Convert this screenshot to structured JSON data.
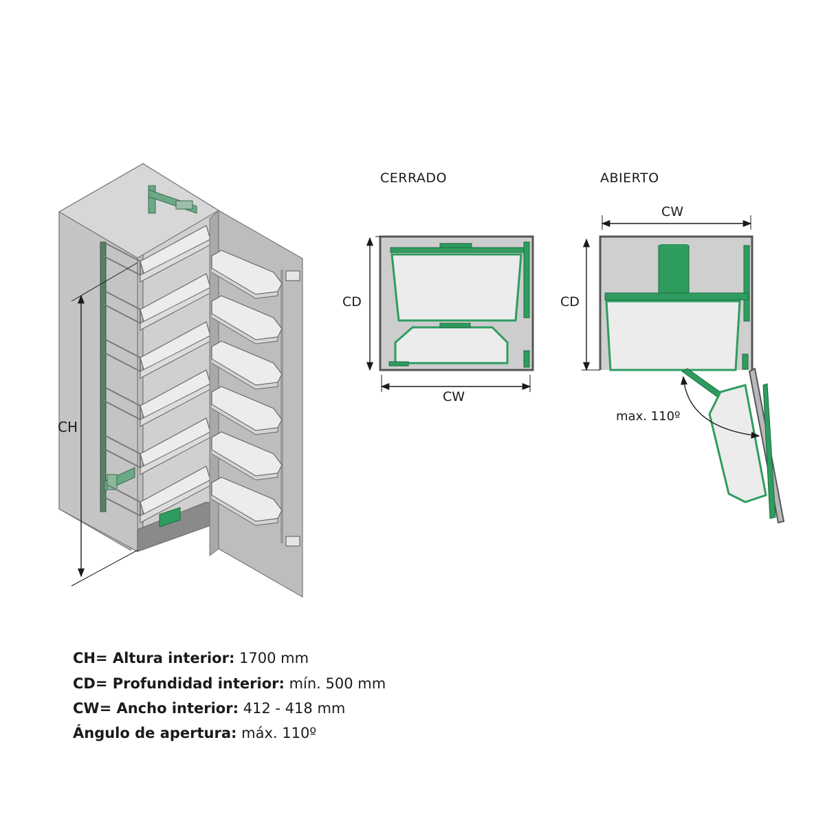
{
  "views": {
    "closed_title": "CERRADO",
    "open_title": "ABIERTO"
  },
  "dimensions": {
    "ch": "CH",
    "cd": "CD",
    "cw": "CW",
    "angle": "max. 110º"
  },
  "specs": [
    {
      "key": "CH= Altura interior:",
      "value": "1700 mm"
    },
    {
      "key": "CD= Profundidad interior:",
      "value": "mín. 500 mm"
    },
    {
      "key": "CW= Ancho interior:",
      "value": " 412 - 418 mm"
    },
    {
      "key": "Ángulo de apertura:",
      "value": "máx. 110º"
    }
  ],
  "colors": {
    "mechanism_green": "#2e9c5e",
    "cabinet_grey": "#c9c9c9",
    "tray_white": "#ededed",
    "outline": "#555555"
  }
}
